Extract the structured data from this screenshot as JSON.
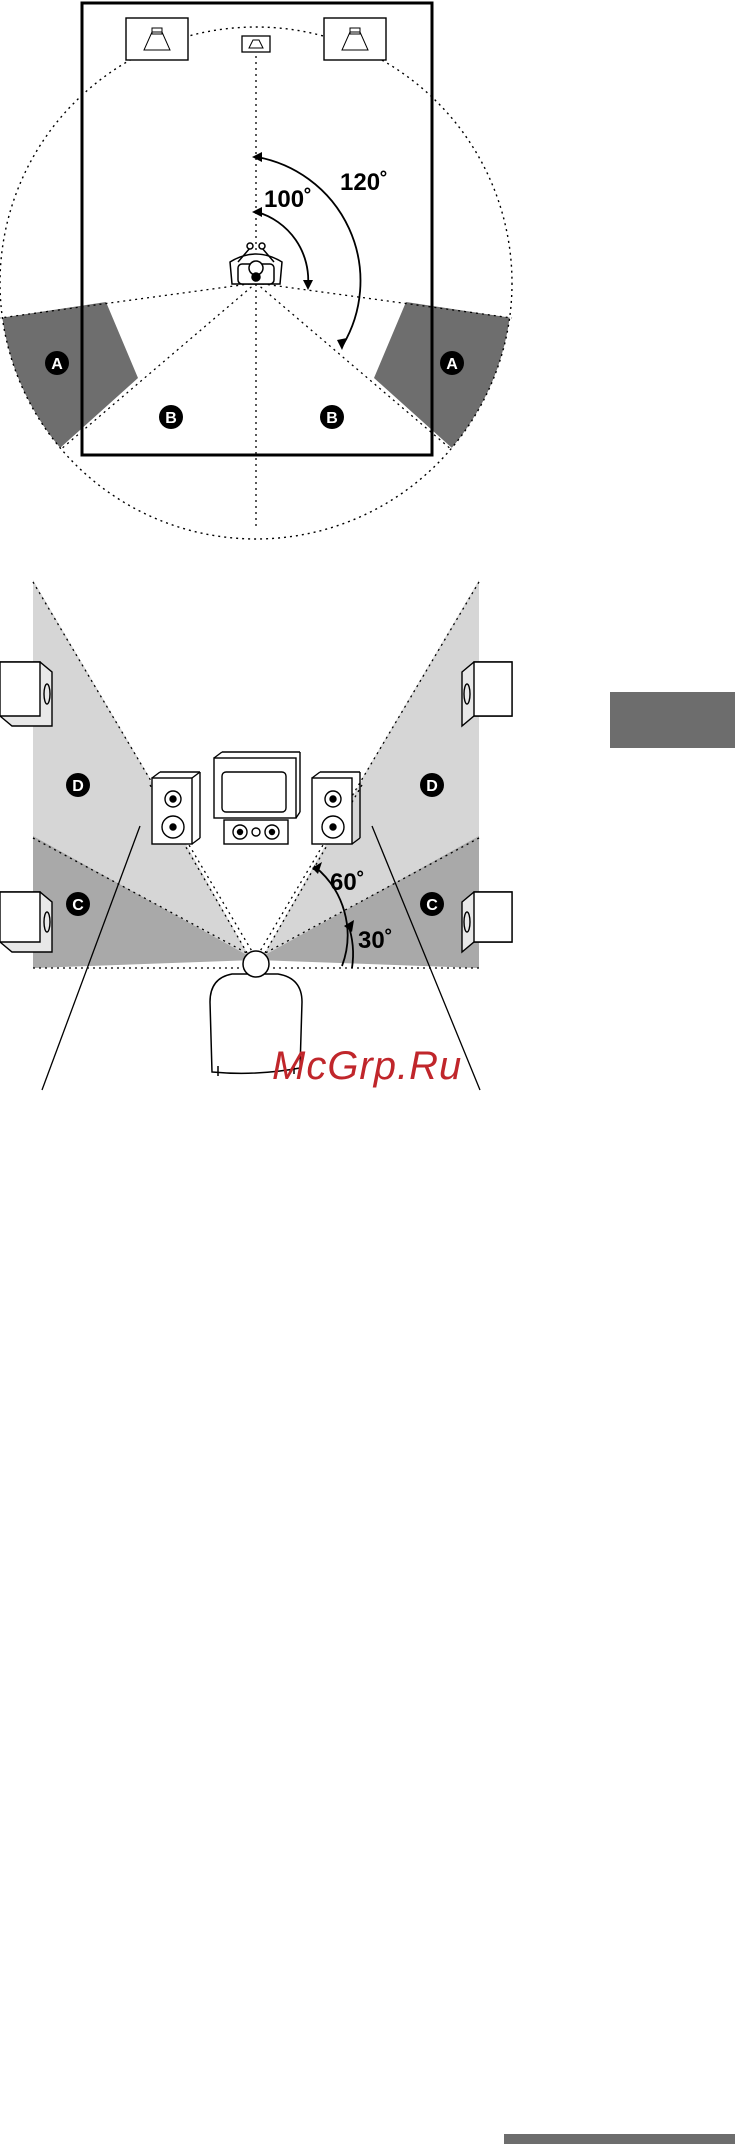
{
  "top_diagram": {
    "angles": {
      "inner": "100˚",
      "outer": "120˚"
    },
    "zone_labels": {
      "a_left": "A",
      "a_right": "A",
      "b_left": "B",
      "b_right": "B"
    }
  },
  "bottom_diagram": {
    "angles": {
      "upper": "60˚",
      "lower": "30˚"
    },
    "zone_labels": {
      "d_left": "D",
      "d_right": "D",
      "c_left": "C",
      "c_right": "C"
    }
  },
  "watermark": "McGrp.Ru",
  "colors": {
    "zone_dark": "#6e6e6e",
    "zone_light": "#d6d6d6",
    "zone_mid": "#a9a9a9",
    "tab": "#6d6d6d",
    "watermark": "#c0262b"
  }
}
